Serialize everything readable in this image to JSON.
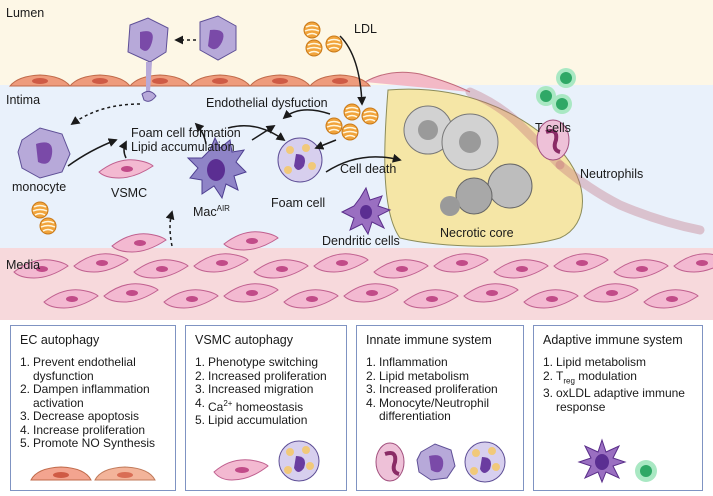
{
  "regions": {
    "lumen": "Lumen",
    "intima": "Intima",
    "media": "Media"
  },
  "labels": {
    "ldl": "LDL",
    "endothelial_dysfunction": "Endothelial dysfuction",
    "foam_cell_formation": "Foam cell formation",
    "lipid_accumulation": "Lipid accumulation",
    "monocyte": "monocyte",
    "vsmc": "VSMC",
    "mac_air": "Mac",
    "mac_air_sup": "AIR",
    "foam_cell": "Foam cell",
    "cell_death": "Cell death",
    "dendritic_cells": "Dendritic cells",
    "necrotic_core": "Necrotic core",
    "t_cells": "T cells",
    "neutrophils": "Neutrophils"
  },
  "boxes": [
    {
      "title": "EC autophagy",
      "items": [
        "Prevent endothelial dysfunction",
        "Dampen inflammation activation",
        "Decrease apoptosis",
        "Increase proliferation",
        "Promote NO Synthesis"
      ]
    },
    {
      "title": "VSMC autophagy",
      "items": [
        "Phenotype switching",
        "Increased proliferation",
        "Increased migration",
        "Ca",
        "Lipid accumulation"
      ],
      "ca_sup": "2+",
      "ca_rest": " homeostasis"
    },
    {
      "title": "Innate immune system",
      "items": [
        "Inflammation",
        "Lipid metabolism",
        "Increased proliferation",
        "Monocyte/Neutrophil differentiation"
      ]
    },
    {
      "title": "Adaptive immune system",
      "items": [
        "Lipid metabolism",
        "T",
        "oxLDL adaptive immune response"
      ],
      "treg_sub": "reg",
      "treg_rest": " modulation"
    }
  ],
  "colors": {
    "lumen": "#fdf7e6",
    "intima": "#e9f1fb",
    "media": "#f7d9dc",
    "plaque": "#f5e6a6",
    "box_border": "#7f93c2",
    "endothelial": "#e6876a",
    "smc": "#f3b9d1",
    "monocyte": "#9a8ec4",
    "ldl": "#f1a43c",
    "tcell": "#4cc48a"
  }
}
